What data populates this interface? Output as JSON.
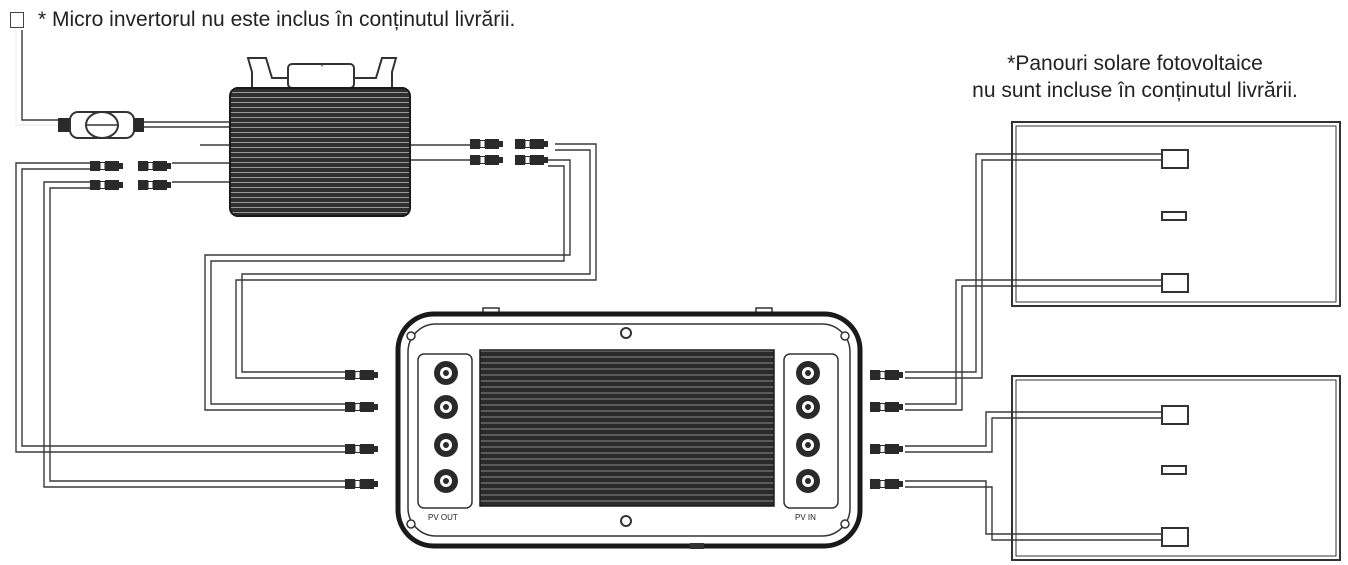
{
  "notes": {
    "micro_inverter": "* Micro invertorul nu este inclus în conținutul livrării.",
    "solar_panels_line1": "*Panouri solare fotovoltaice",
    "solar_panels_line2": "nu sunt incluse în conținutul livrării."
  },
  "device": {
    "pv_out_label": "PV OUT",
    "pv_in_label": "PV IN"
  },
  "colors": {
    "line": "#3a3a3a",
    "body_dark": "#2a2a2a",
    "background": "#ffffff"
  }
}
